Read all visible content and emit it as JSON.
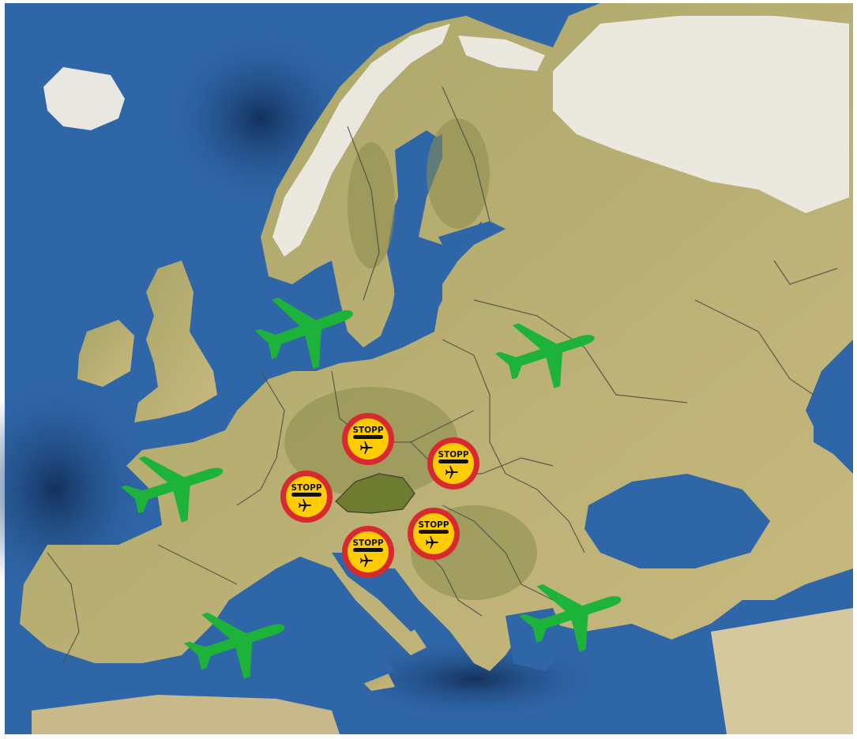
{
  "map": {
    "colors": {
      "ocean": "#2f66a8",
      "deep_ocean": "#1d4478",
      "shallow_sea": "#4d88c4",
      "land": "#b5aa6c",
      "land_green": "#8d8f4c",
      "land_dry": "#cdbd8a",
      "snow": "#f1efea",
      "border": "#4a4a44",
      "highlight_country": "#6f7e32",
      "frame": "#ffffff"
    }
  },
  "markers": {
    "plane_color": "#1db33a",
    "planes": [
      {
        "id": "north-sea",
        "icon": "airplane-icon"
      },
      {
        "id": "poland",
        "icon": "airplane-icon"
      },
      {
        "id": "france",
        "icon": "airplane-icon"
      },
      {
        "id": "mediterranean",
        "icon": "airplane-icon"
      },
      {
        "id": "turkey",
        "icon": "airplane-icon"
      }
    ],
    "stop_sign": {
      "label": "STOPP",
      "ring_color": "#d8292f",
      "fill_color": "#ffcc00",
      "icon": "airplane-icon"
    },
    "stop_signs": [
      {
        "id": "germany-czech",
        "label": "STOPP"
      },
      {
        "id": "slovakia-hungary",
        "label": "STOPP"
      },
      {
        "id": "switzerland",
        "label": "STOPP"
      },
      {
        "id": "serbia",
        "label": "STOPP"
      },
      {
        "id": "northern-italy",
        "label": "STOPP"
      }
    ]
  }
}
